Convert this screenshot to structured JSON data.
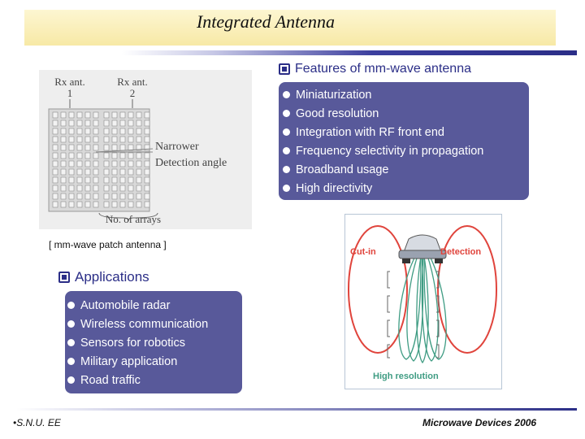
{
  "title": "Integrated Antenna",
  "features": {
    "heading": "Features of mm-wave antenna",
    "items": [
      "Miniaturization",
      "Good resolution",
      "Integration with RF front end",
      "Frequency selectivity in propagation",
      "Broadband usage",
      "High directivity"
    ]
  },
  "antenna_figure": {
    "rx1_label": "Rx ant.",
    "rx1_num": "1",
    "rx2_label": "Rx ant.",
    "rx2_num": "2",
    "narrower_line1": "Narrower",
    "narrower_line2": "Detection angle",
    "arrays_label": "No. of arrays",
    "caption": "[ mm-wave patch antenna ]"
  },
  "applications": {
    "heading": "Applications",
    "items": [
      "Automobile radar",
      "Wireless communication",
      "Sensors for robotics",
      "Military application",
      "Road traffic"
    ]
  },
  "radar_figure": {
    "cut_in_label": "Cut-in",
    "detection_label": "Detection",
    "resolution_label": "High resolution"
  },
  "footer": {
    "left": "•S.N.U. EE",
    "right": "Microwave Devices 2006"
  },
  "colors": {
    "panel": "#58599a",
    "heading": "#2b2e87",
    "radar_label": "#e0443c"
  }
}
